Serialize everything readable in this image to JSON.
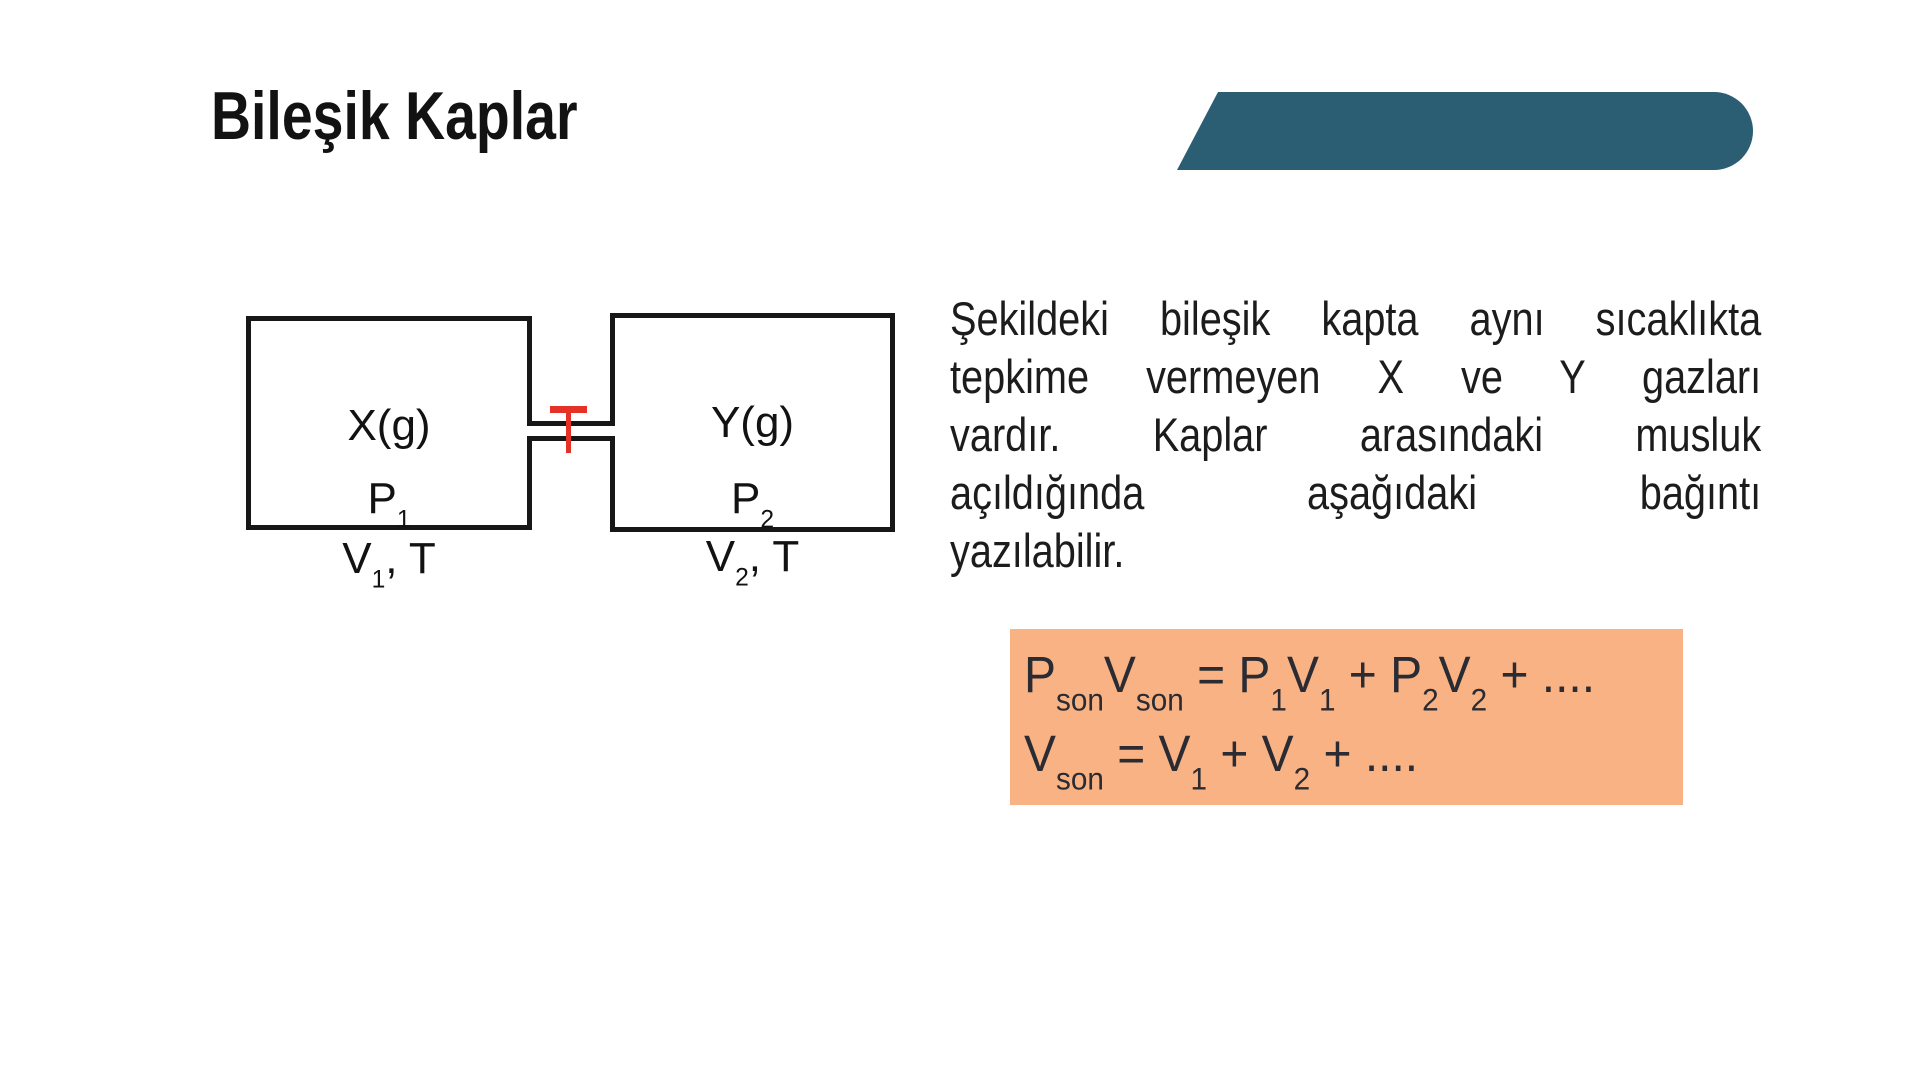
{
  "slide": {
    "title": "Bileşik Kaplar",
    "background_color": "#ffffff"
  },
  "banner": {
    "color": "#2b5e72"
  },
  "diagram": {
    "stroke_color": "#171717",
    "valve_color": "#e53126",
    "valve_icon": "stopcock-valve",
    "containers": [
      {
        "gas": "X(g)",
        "pressure": [
          {
            "t": "P"
          },
          {
            "s": "1"
          }
        ],
        "volume": [
          {
            "t": "V"
          },
          {
            "s": "1"
          },
          {
            "t": ", T"
          }
        ]
      },
      {
        "gas": "Y(g)",
        "pressure": [
          {
            "t": "P"
          },
          {
            "s": "2"
          }
        ],
        "volume": [
          {
            "t": "V"
          },
          {
            "s": "2"
          },
          {
            "t": ", T"
          }
        ]
      }
    ]
  },
  "paragraph": {
    "lines": [
      "Şekildeki bileşik kapta aynı sıcaklıkta",
      "tepkime vermeyen X ve Y gazları",
      "vardır. Kaplar arasındaki musluk",
      "açıldığında aşağıdaki bağıntı",
      "yazılabilir."
    ]
  },
  "formula_box": {
    "background": "#f8b283",
    "text_color": "#2b2b33",
    "lines": [
      [
        {
          "t": "P"
        },
        {
          "s": "son"
        },
        {
          "t": "V"
        },
        {
          "s": "son"
        },
        {
          "t": " = P"
        },
        {
          "s": "1"
        },
        {
          "t": "V"
        },
        {
          "s": "1"
        },
        {
          "t": " + P"
        },
        {
          "s": "2"
        },
        {
          "t": "V"
        },
        {
          "s": "2"
        },
        {
          "t": " + ...."
        }
      ],
      [
        {
          "t": "V"
        },
        {
          "s": "son"
        },
        {
          "t": " = V"
        },
        {
          "s": "1"
        },
        {
          "t": " + V"
        },
        {
          "s": "2"
        },
        {
          "t": " + ...."
        }
      ]
    ]
  }
}
